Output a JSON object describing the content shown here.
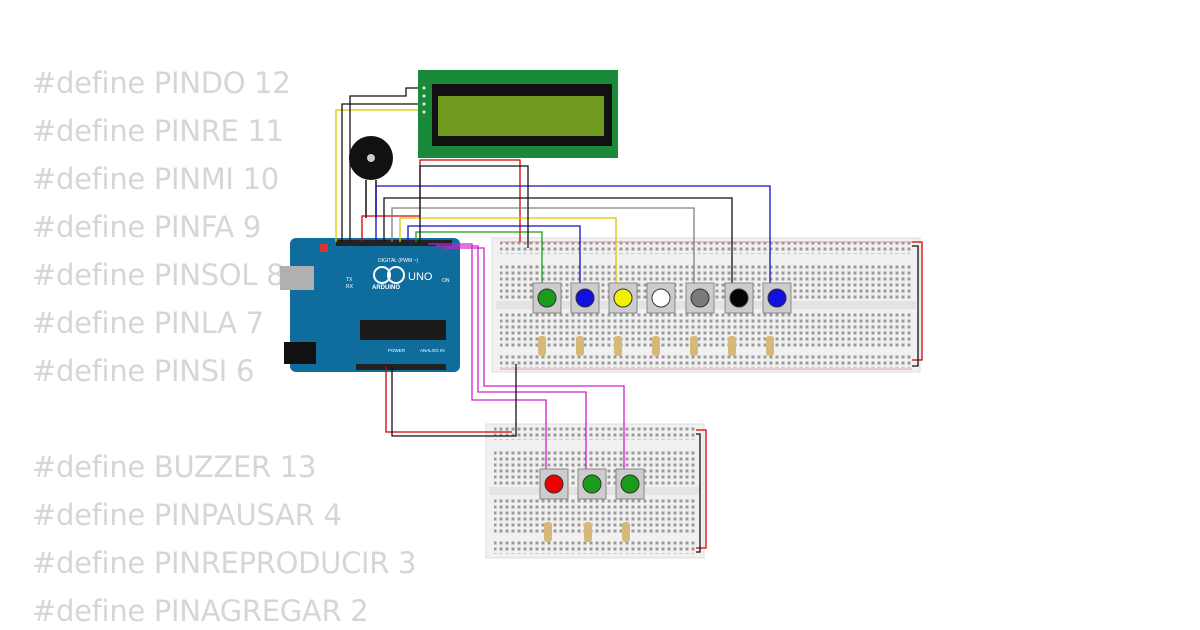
{
  "defines": [
    "#define PINDO 12",
    "#define PINRE 11",
    "#define PINMI 10",
    "#define PINFA 9",
    "#define PINSOL 8",
    "#define PINLA 7",
    "#define PINSI 6",
    "",
    "#define BUZZER 13",
    "#define PINPAUSAR 4",
    "#define PINREPRODUCIR 3",
    "#define PINAGREGAR 2"
  ],
  "arduino": {
    "brand": "ARDUINO",
    "model": "UNO",
    "digital_label": "DIGITAL (PWM ~)",
    "power_label": "POWER",
    "analog_label": "ANALOG IN",
    "tx_label": "TX",
    "rx_label": "RX",
    "on_label": "ON"
  },
  "main_buttons": [
    "#1a9c1a",
    "#1010e0",
    "#f2f200",
    "#ffffff",
    "#7a7a7a",
    "#050505",
    "#1010e0"
  ],
  "control_buttons": [
    "#ee0000",
    "#1a9c1a",
    "#1a9c1a"
  ],
  "colors": {
    "lcd_board": "#1a8a3a",
    "lcd_screen": "#6f9a1f",
    "arduino_board": "#0f6d9e",
    "breadboard": "#f1f1f1"
  }
}
